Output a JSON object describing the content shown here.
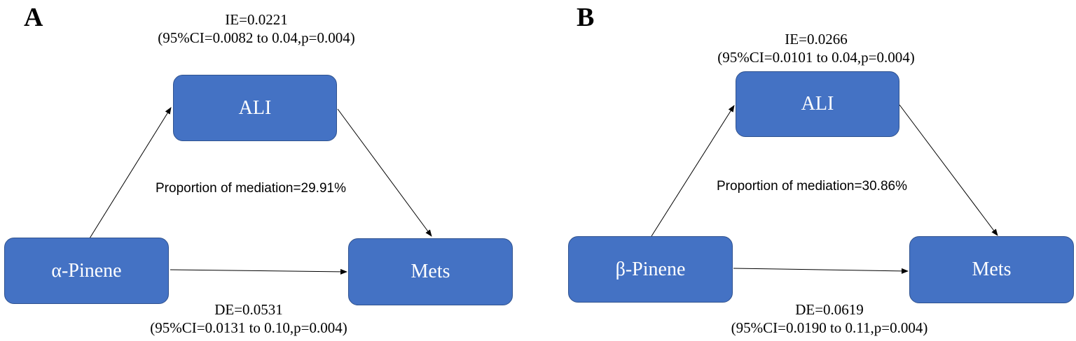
{
  "panels": [
    {
      "letter": "A",
      "mediator": "ALI",
      "exposure": "α-Pinene",
      "outcome": "Mets",
      "indirect_effect": "IE=0.0221",
      "indirect_ci": "(95%CI=0.0082 to 0.04,p=0.004)",
      "proportion": "Proportion of mediation=29.91%",
      "direct_effect": "DE=0.0531",
      "direct_ci": "(95%CI=0.0131 to 0.10,p=0.004)"
    },
    {
      "letter": "B",
      "mediator": "ALI",
      "exposure": "β-Pinene",
      "outcome": "Mets",
      "indirect_effect": "IE=0.0266",
      "indirect_ci": "(95%CI=0.0101 to 0.04,p=0.004)",
      "proportion": "Proportion of mediation=30.86%",
      "direct_effect": "DE=0.0619",
      "direct_ci": "(95%CI=0.0190 to 0.11,p=0.004)"
    }
  ],
  "colors": {
    "node_fill": "#4472c4",
    "node_border": "#2f528f",
    "node_text": "#ffffff",
    "arrow": "#000000"
  }
}
